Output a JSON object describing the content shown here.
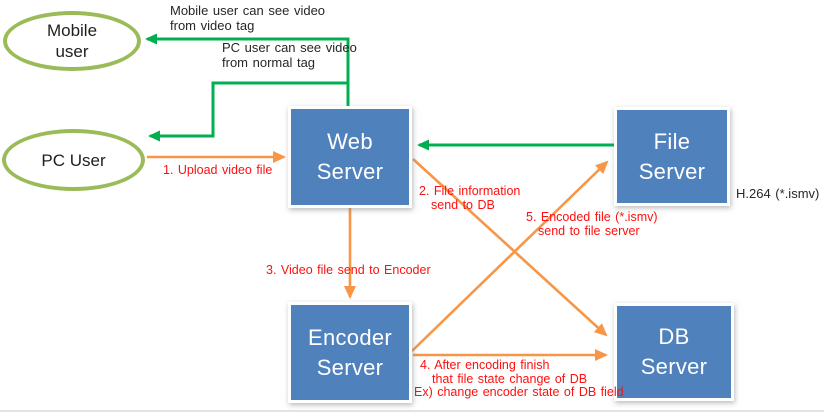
{
  "colors": {
    "node_fill": "#4f81bd",
    "node_text": "#ffffff",
    "ellipse_border": "#9bbb59",
    "arrow_orange": "#f79646",
    "arrow_green": "#00b050",
    "label_red": "#ff0f0f",
    "label_black": "#262626"
  },
  "users": {
    "mobile": {
      "line1": "Mobile",
      "line2": "user"
    },
    "pc": {
      "label": "PC User"
    }
  },
  "nodes": {
    "web_server": {
      "line1": "Web",
      "line2": "Server"
    },
    "file_server": {
      "line1": "File",
      "line2": "Server"
    },
    "encoder_server": {
      "line1": "Encoder",
      "line2": "Server"
    },
    "db_server": {
      "line1": "DB",
      "line2": "Server"
    }
  },
  "annotations": {
    "mobile_video": {
      "line1": "Mobile user can see video",
      "line2": "from video tag"
    },
    "pc_video": {
      "line1": "PC user can see video",
      "line2": "from normal tag"
    },
    "h264": "H.264 (*.ismv)"
  },
  "steps": {
    "step1": {
      "label": "1. Upload video file"
    },
    "step2": {
      "line1": "2. File information",
      "line2": "send to DB"
    },
    "step3": {
      "label": "3. Video file send to Encoder"
    },
    "step4": {
      "line1": "4. After encoding finish",
      "line2": "that file state change of DB",
      "line3": "Ex) change encoder state of DB field"
    },
    "step5": {
      "line1": "5. Encoded file (*.ismv)",
      "line2": "send to file server"
    }
  }
}
